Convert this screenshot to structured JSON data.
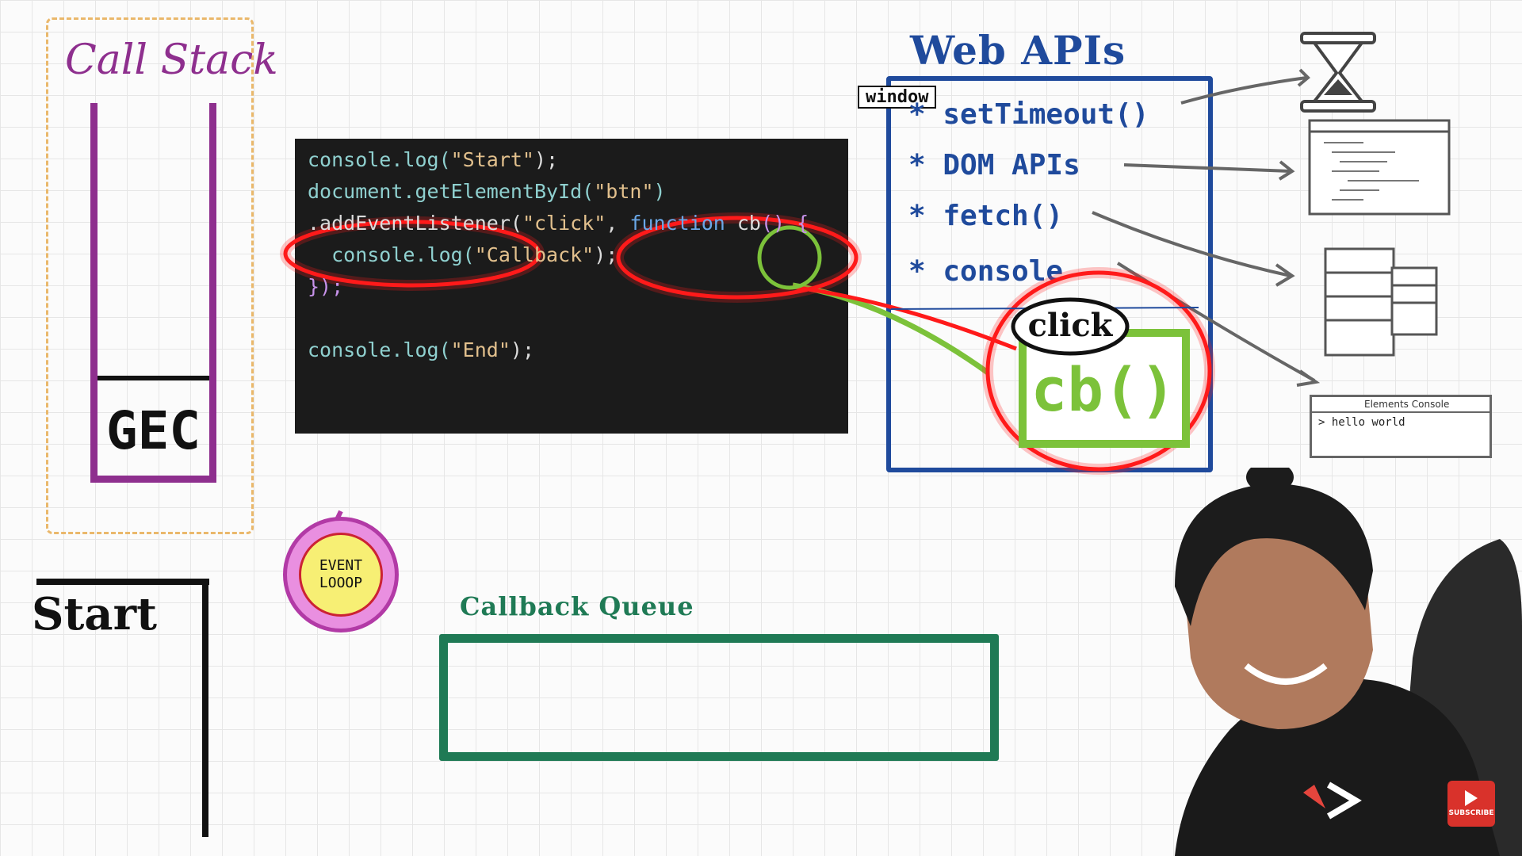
{
  "call_stack": {
    "title": "Call Stack",
    "frame": "GEC"
  },
  "code": {
    "lines": [
      {
        "segments": [
          {
            "text": "console.log(",
            "cls": "c-teal"
          },
          {
            "text": "\"Start\"",
            "cls": "c-str"
          },
          {
            "text": ");",
            "cls": "c-white"
          }
        ]
      },
      {
        "segments": [
          {
            "text": "document.getElementById(",
            "cls": "c-teal"
          },
          {
            "text": "\"btn\"",
            "cls": "c-str"
          },
          {
            "text": ")",
            "cls": "c-teal"
          }
        ]
      },
      {
        "segments": [
          {
            "text": ".addEventListener(",
            "cls": "c-white"
          },
          {
            "text": "\"click\"",
            "cls": "c-str"
          },
          {
            "text": ", ",
            "cls": "c-white"
          },
          {
            "text": "function ",
            "cls": "c-kw"
          },
          {
            "text": "cb",
            "cls": "c-white"
          },
          {
            "text": "() {",
            "cls": "c-br"
          }
        ]
      },
      {
        "segments": [
          {
            "text": "  console.log(",
            "cls": "c-teal"
          },
          {
            "text": "\"Callback\"",
            "cls": "c-str"
          },
          {
            "text": ");",
            "cls": "c-white"
          }
        ]
      },
      {
        "segments": [
          {
            "text": "});",
            "cls": "c-br"
          }
        ]
      },
      {
        "segments": [
          {
            "text": "",
            "cls": "c-white"
          }
        ]
      },
      {
        "segments": [
          {
            "text": "console.log(",
            "cls": "c-teal"
          },
          {
            "text": "\"End\"",
            "cls": "c-str"
          },
          {
            "text": ");",
            "cls": "c-white"
          }
        ]
      }
    ]
  },
  "web_apis": {
    "title": "Web APIs",
    "window_label": "window",
    "items": [
      "* setTimeout()",
      "* DOM APIs",
      "* fetch()",
      "* console"
    ],
    "registered_event": "click",
    "registered_callback": "cb()"
  },
  "devtools": {
    "tabs": "Elements   Console",
    "output": "> hello world"
  },
  "event_loop": {
    "label": "EVENT\nLOOOP"
  },
  "console_output": {
    "text": "Start"
  },
  "callback_queue": {
    "title": "Callback Queue"
  },
  "subscribe": {
    "label": "SUBSCRIBE"
  },
  "colors": {
    "call_stack": "#8e2f8e",
    "web_apis": "#1f4a9c",
    "callback_queue": "#1f7a55",
    "highlight": "#ff1a1a",
    "callback_green": "#7cc23a"
  }
}
